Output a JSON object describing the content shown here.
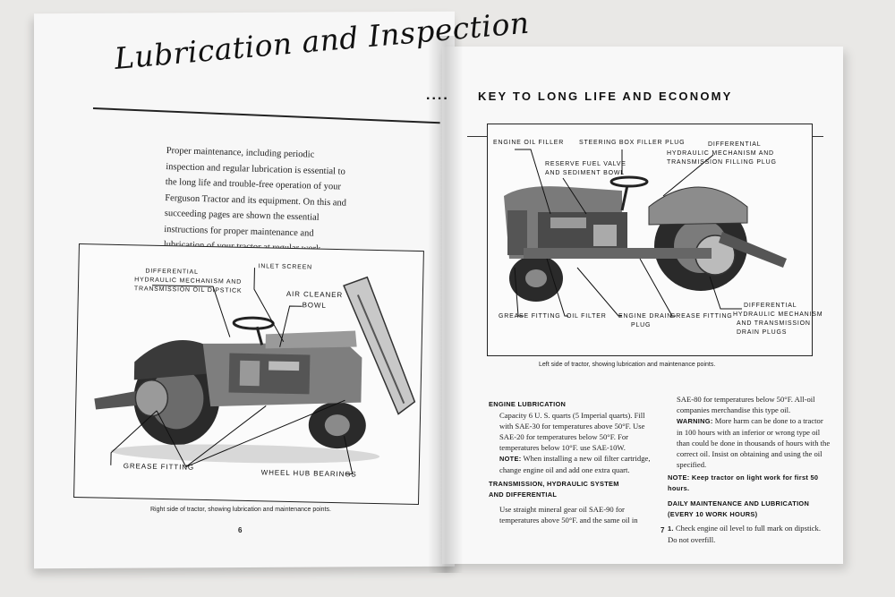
{
  "left_page": {
    "title": "Lubrication and Inspection",
    "dots": "....",
    "intro": "Proper maintenance, including periodic inspection and regular lubrication is essential to the long life and trouble-free operation of your Ferguson Tractor and its equipment. On this and succeeding pages are shown the essential instructions for proper maintenance and lubrication of your tractor at regular work intervals.",
    "figure_labels": {
      "differential": "DIFFERENTIAL",
      "hydraulic": "HYDRAULIC MECHANISM AND",
      "dipstick": "TRANSMISSION OIL DIPSTICK",
      "inlet_screen": "INLET SCREEN",
      "air_cleaner": "AIR CLEANER",
      "bowl": "BOWL",
      "grease_fitting": "GREASE FITTING",
      "wheel_hub": "WHEEL HUB BEARINGS"
    },
    "caption": "Right side of tractor, showing lubrication and maintenance points.",
    "page_number": "6"
  },
  "right_page": {
    "title": "KEY TO LONG LIFE AND ECONOMY",
    "figure_labels": {
      "engine_oil_filler": "ENGINE OIL FILLER",
      "steering_box": "STEERING BOX FILLER PLUG",
      "diff_fill_1": "DIFFERENTIAL",
      "diff_fill_2": "HYDRAULIC MECHANISM AND",
      "diff_fill_3": "TRANSMISSION FILLING PLUG",
      "reserve_1": "RESERVE FUEL VALVE",
      "reserve_2": "AND SEDIMENT BOWL",
      "grease_fitting_a": "GREASE FITTING",
      "oil_filter": "OIL FILTER",
      "engine_drain_1": "ENGINE DRAIN",
      "engine_drain_2": "PLUG",
      "grease_fitting_b": "GREASE FITTING",
      "diff_drain_1": "DIFFERENTIAL",
      "diff_drain_2": "HYDRAULIC MECHANISM",
      "diff_drain_3": "AND TRANSMISSION",
      "diff_drain_4": "DRAIN PLUGS"
    },
    "caption": "Left side of tractor, showing lubrication and maintenance points.",
    "col1": {
      "h1": "ENGINE LUBRICATION",
      "p1": "Capacity 6 U. S. quarts (5 Imperial quarts). Fill with SAE-30 for temperatures above 50°F. Use SAE-20 for temperatures below 50°F. For temperatures below 10°F. use SAE-10W.",
      "note_label": "NOTE:",
      "note": " When installing a new oil filter cartridge, change engine oil and add one extra quart.",
      "h2a": "TRANSMISSION, HYDRAULIC SYSTEM",
      "h2b": "AND DIFFERENTIAL",
      "p2": "Use straight mineral gear oil SAE-90 for temperatures above 50°F. and the same oil in"
    },
    "col2": {
      "p1": "SAE-80 for temperatures below 50°F. All-oil companies merchandise this type oil.",
      "warn_label": "WARNING:",
      "warn": " More harm can be done to a tractor in 100 hours with an inferior or wrong type oil than could be done in thousands of hours with the correct oil. Insist on obtaining and using the oil specified.",
      "note2": "NOTE: Keep tractor on light work for first 50 hours.",
      "h3a": "DAILY MAINTENANCE AND LUBRICATION",
      "h3b": "(EVERY 10 WORK HOURS)",
      "item_num": "1.",
      "item": "Check engine oil level to full mark on dipstick. Do not overfill."
    },
    "page_number": "7"
  }
}
